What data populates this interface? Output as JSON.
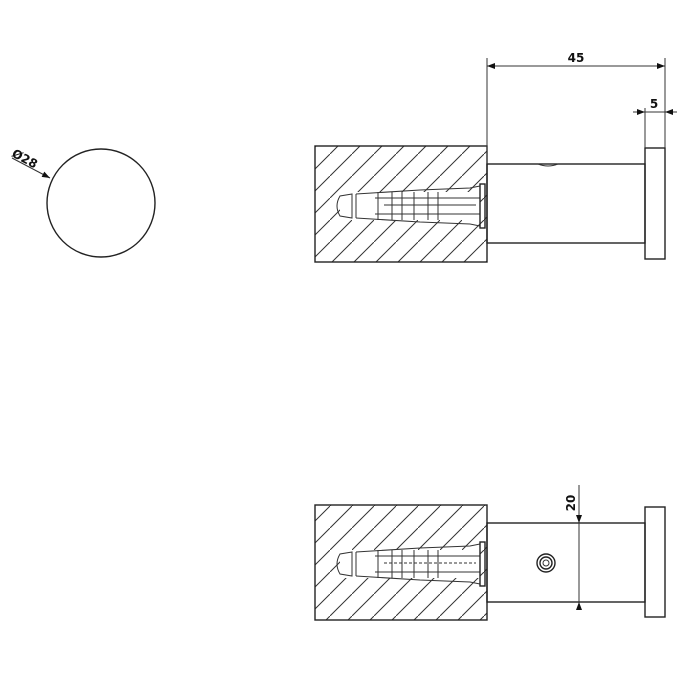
{
  "drawing": {
    "type": "technical-drawing",
    "subject": "wall-mounted robe hook",
    "line_color": "#222222",
    "background": "#ffffff"
  },
  "front_view": {
    "diameter_label": "Ø28"
  },
  "side_view_top": {
    "length_label": "45",
    "flange_thickness_label": "5"
  },
  "side_view_bottom": {
    "height_label": "20"
  }
}
